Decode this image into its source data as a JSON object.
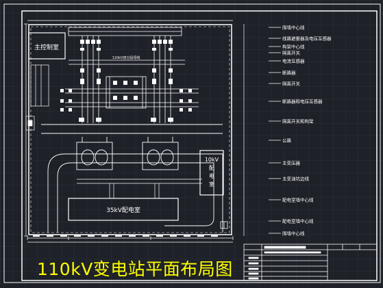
{
  "title": "110kV变电站平面布局图",
  "rooms": {
    "main_control": "主控制室",
    "bus_label": "110kV双分段母线",
    "kv10_line1": "10kV",
    "kv10_line2": "配",
    "kv10_line3": "电",
    "kv10_line4": "室",
    "kv35": "35kV配电室"
  },
  "legend": [
    "围墙中心线",
    "线路避雷器及电压互感器",
    "构架中心线",
    "隔离开关",
    "电流互感器",
    "断路器",
    "隔离开关",
    "断路器和电压互感器",
    "隔离开关和构架",
    "公路",
    "主变压器",
    "主变油坑边线",
    "配电室墙中心线",
    "配电室墙中心线",
    "围墙中心线"
  ],
  "colors": {
    "background": "#1e2128",
    "lines": "#ffffff",
    "title": "#ffff00"
  }
}
